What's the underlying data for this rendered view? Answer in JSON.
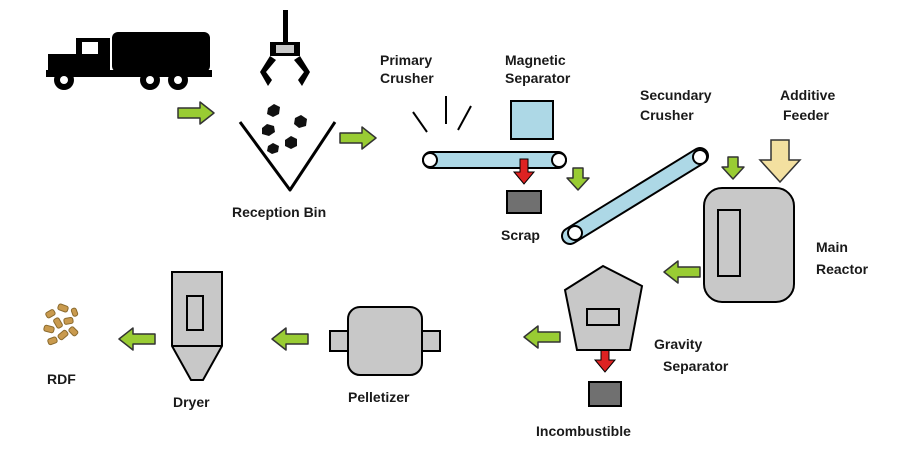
{
  "colors": {
    "arrow_green": "#99cc33",
    "arrow_green_stroke": "#333333",
    "belt_blue": "#add8e6",
    "gray_box": "#c8c8c8",
    "dark_box": "#707070",
    "red_arrow": "#dd2222",
    "additive_arrow": "#f3e0a0"
  },
  "labels": {
    "primary_crusher": [
      "Primary",
      "Crusher"
    ],
    "magnetic_separator": [
      "Magnetic",
      "Separator"
    ],
    "secundary_crusher": [
      "Secundary",
      "Crusher"
    ],
    "additive_feeder": [
      "Additive",
      "Feeder"
    ],
    "reception_bin": "Reception Bin",
    "scrap": "Scrap",
    "main_reactor": [
      "Main",
      "Reactor"
    ],
    "gravity_separator": [
      "Gravity",
      "Separator"
    ],
    "incombustible": "Incombustible",
    "pelletizer": "Pelletizer",
    "dryer": "Dryer",
    "rdf": "RDF"
  },
  "icons": [
    "truck-icon",
    "grapple-icon",
    "rdf-pellets-icon"
  ]
}
